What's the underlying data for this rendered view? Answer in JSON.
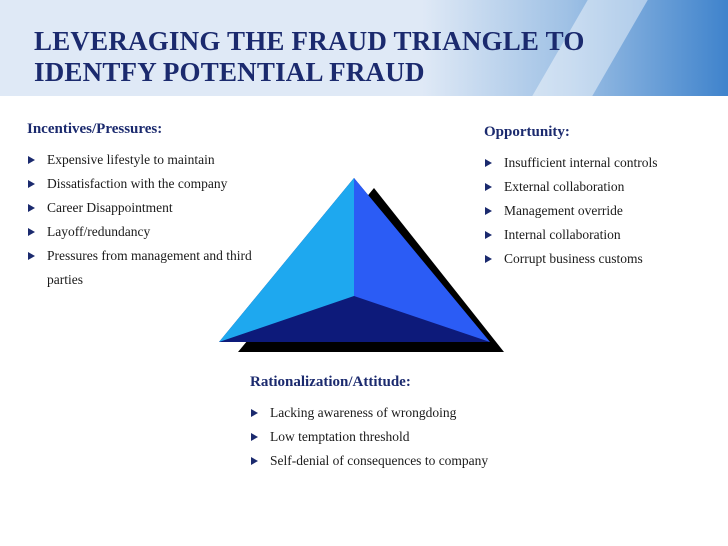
{
  "slide": {
    "title_line1": "LEVERAGING THE FRAUD TRIANGLE TO",
    "title_line2": "IDENTFY POTENTIAL FRAUD"
  },
  "incentives": {
    "heading": "Incentives/Pressures:",
    "items": [
      "Expensive lifestyle to maintain",
      "Dissatisfaction with the company",
      "Career Disappointment",
      "Layoff/redundancy",
      "Pressures from management and third parties"
    ]
  },
  "opportunity": {
    "heading": "Opportunity:",
    "items": [
      "Insufficient internal controls",
      "External collaboration",
      "Management override",
      "Internal collaboration",
      "Corrupt business customs"
    ]
  },
  "rationalization": {
    "heading": "Rationalization/Attitude:",
    "items": [
      "Lacking awareness of wrongdoing",
      "Low temptation threshold",
      "Self-denial of consequences to company"
    ]
  },
  "colors": {
    "title": "#1b2a6e",
    "triangle_left": "#1ea8ef",
    "triangle_right": "#2b5cf5",
    "triangle_bottom": "#0d1a7a",
    "triangle_shadow": "#000000"
  }
}
